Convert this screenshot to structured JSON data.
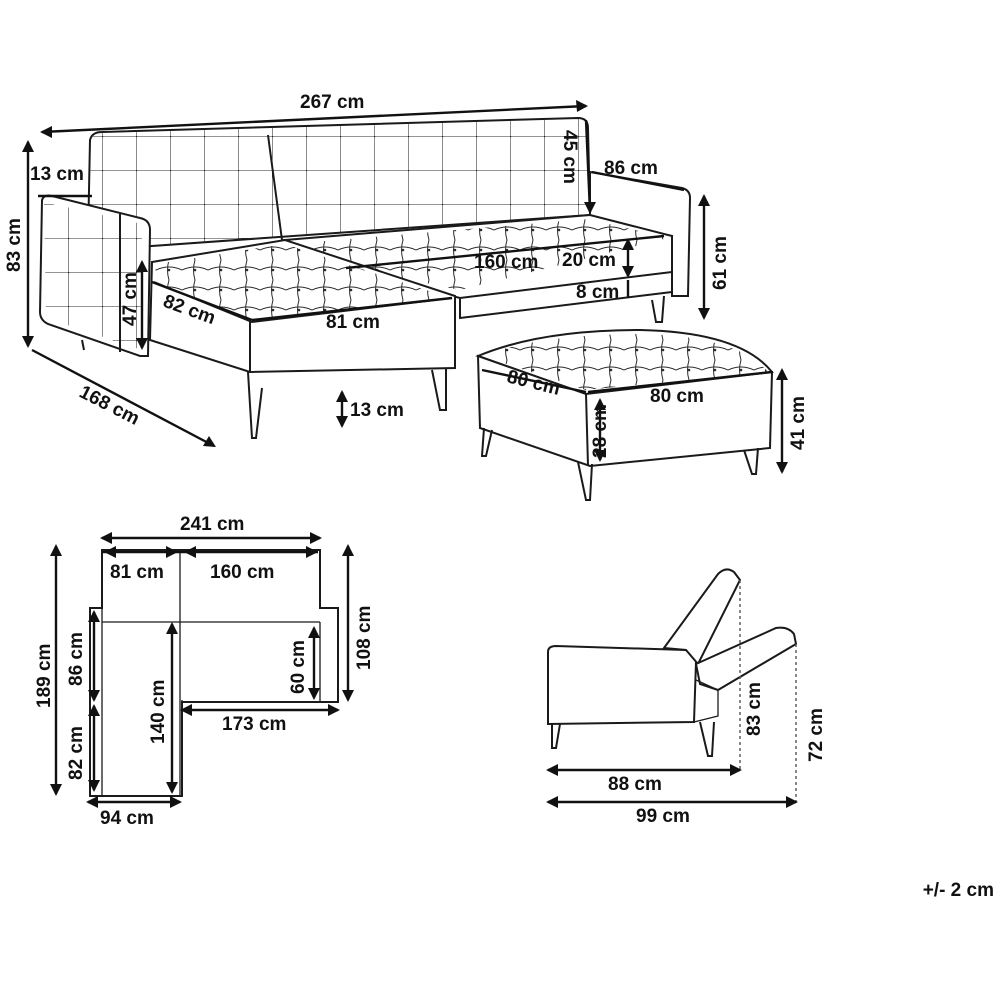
{
  "measurements": {
    "total_width": "267 cm",
    "armrest_width": "13 cm",
    "total_height": "83 cm",
    "backrest_height": "45 cm",
    "arm_depth": "86 cm",
    "seat_height": "47 cm",
    "side_height": "61 cm",
    "chaise_depth": "82 cm",
    "chaise_width": "81 cm",
    "seat_width": "160 cm",
    "seat_cushion": "20 cm",
    "ground_clearance": "8 cm",
    "total_depth": "168 cm",
    "leg_height": "13 cm",
    "ottoman_depth": "80 cm",
    "ottoman_width": "80 cm",
    "ottoman_cushion": "28 cm",
    "ottoman_height": "41 cm"
  },
  "plan": {
    "width_total": "241 cm",
    "chaise_width": "81 cm",
    "main_width": "160 cm",
    "depth_total": "189 cm",
    "chaise_inner": "86 cm",
    "chaise_outer": "82 cm",
    "chaise_length": "140 cm",
    "main_depth": "60 cm",
    "right_depth": "108 cm",
    "seat_length": "173 cm",
    "chaise_width_bottom": "94 cm"
  },
  "side_view": {
    "seated_depth": "88 cm",
    "bed_depth": "99 cm",
    "upright_height": "83 cm",
    "reclined_height": "72 cm"
  },
  "note": {
    "tolerance": "+/- 2 cm"
  }
}
